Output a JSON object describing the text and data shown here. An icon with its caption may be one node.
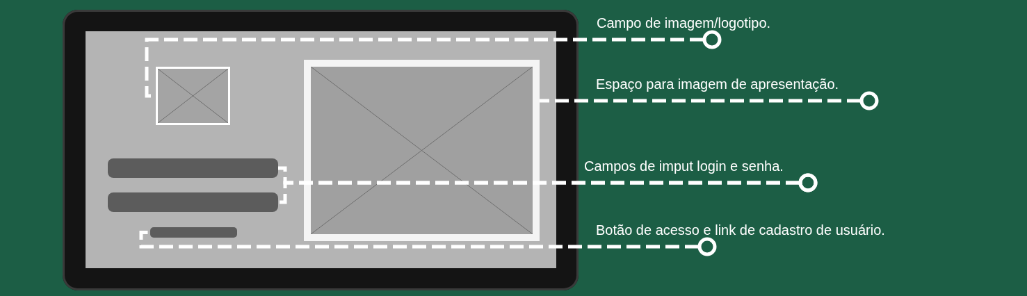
{
  "diagram": {
    "nodes": [
      {
        "text": [],
        "shape": "box"
      },
      {
        "text": [],
        "shape": "box",
        "in": 0
      },
      {
        "text": [],
        "shape": "picture",
        "in": 1
      },
      {
        "text": [],
        "shape": "picture",
        "in": 1
      },
      {
        "text": [],
        "shape": "bar",
        "in": 1
      },
      {
        "text": [],
        "shape": "bar",
        "in": 1
      },
      {
        "text": [],
        "shape": "bar",
        "in": 1
      },
      {
        "text": [
          "Campo de imagem/logotipo."
        ]
      },
      {
        "text": [
          "Espaço para imagem de apresentação."
        ]
      },
      {
        "text": [
          "Campos de imput login e senha."
        ]
      },
      {
        "text": [
          "Botão de acesso e link de cadastro de usuário."
        ]
      }
    ],
    "edges": [
      {
        "from": 7,
        "to": 2,
        "arrow": "other",
        "style": "dashed"
      },
      {
        "from": 8,
        "to": 3,
        "arrow": "other",
        "style": "dashed"
      },
      {
        "from": 9,
        "to": 4,
        "arrow": "other",
        "style": "dashed"
      },
      {
        "from": 9,
        "to": 5,
        "arrow": "other",
        "style": "dashed"
      },
      {
        "from": 10,
        "to": 6,
        "arrow": "other",
        "style": "dashed"
      }
    ]
  }
}
